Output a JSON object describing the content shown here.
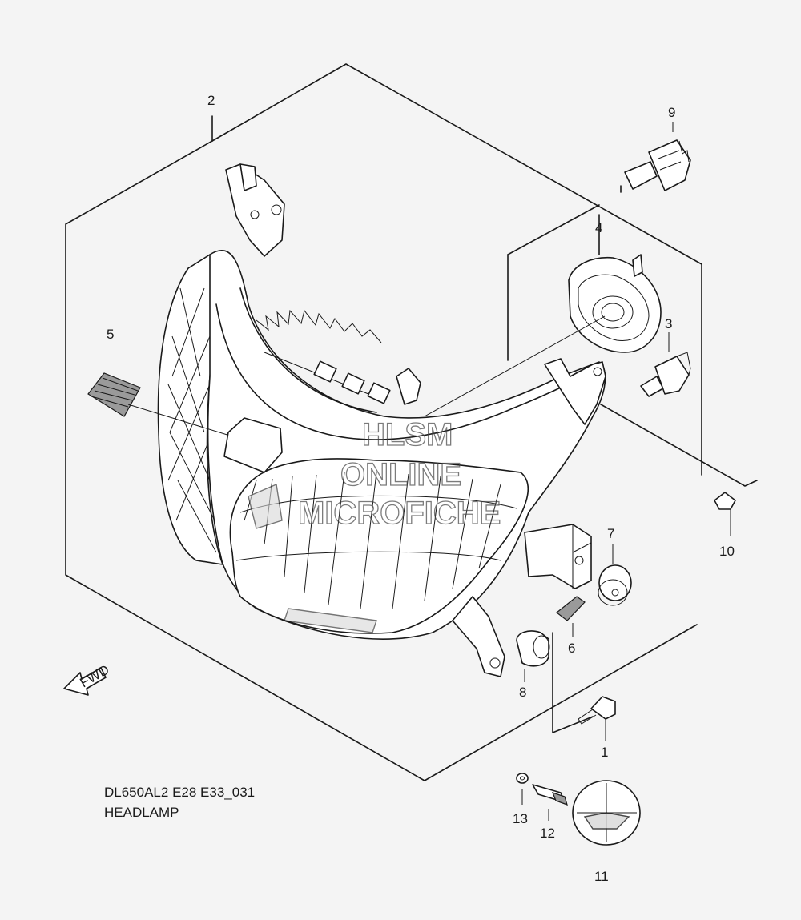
{
  "diagram": {
    "model_code": "DL650AL2 E28 E33_031",
    "section_title": "HEADLAMP",
    "watermark": {
      "line1": "HLSM",
      "line2": "ONLINE",
      "line3": "MICROFICHE"
    },
    "fwd_label": "FWD",
    "part_numbers": [
      "1",
      "2",
      "3",
      "4",
      "5",
      "6",
      "7",
      "8",
      "9",
      "10",
      "11",
      "12",
      "13"
    ]
  }
}
